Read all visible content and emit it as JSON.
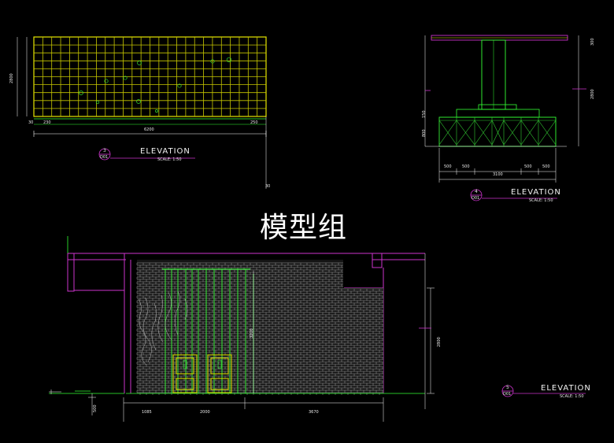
{
  "watermark": "模型组",
  "drawings": [
    {
      "title": "ELEVATION",
      "scale": "SCALE: 1:50",
      "detail_no": "3",
      "sheet_ref": "D01",
      "dims": {
        "width_total": "6200",
        "height_total": "2800",
        "module_left": "30",
        "module_mid": "230",
        "module_right": "250"
      }
    },
    {
      "title": "ELEVATION",
      "scale": "SCALE: 1:50",
      "detail_no": "4",
      "sheet_ref": "D01",
      "dims": {
        "top": "300",
        "mid": "2800",
        "lower_a": "150",
        "lower_b": "800",
        "seg1": "500",
        "seg2": "500",
        "seg3": "500",
        "seg4": "500",
        "total": "3100"
      }
    },
    {
      "title": "ELEVATION",
      "scale": "SCALE: 1:50",
      "detail_no": "5",
      "sheet_ref": "D01",
      "dims": {
        "height": "2800",
        "inner_height": "3200",
        "base": "500",
        "seg1": "1085",
        "seg2": "2000",
        "seg3": "3670"
      }
    }
  ],
  "stray_dim": "30",
  "colors": {
    "background": "#000000",
    "grid": "#e6e600",
    "frame": "#cc33cc",
    "green": "#33ff33",
    "dim": "#ffffff",
    "brick": "#dcdcdc"
  }
}
